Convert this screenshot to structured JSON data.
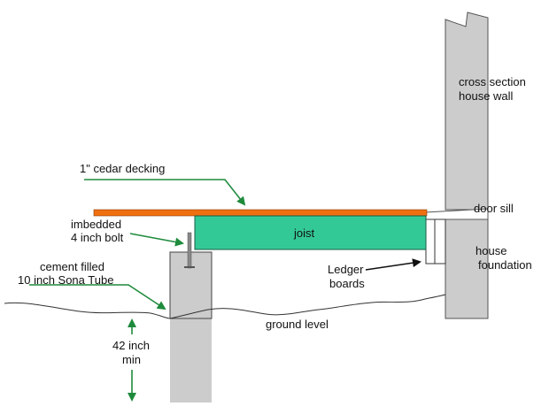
{
  "colors": {
    "decking": "#f07010",
    "joist": "#33c997",
    "concrete": "#cccccc",
    "arrow_green": "#1e8a3c",
    "outline": "#333333"
  },
  "labels": {
    "house_wall": [
      "cross section",
      "house wall"
    ],
    "decking": "1\" cedar decking",
    "door_sill": "door sill",
    "joist": "joist",
    "bolt": [
      "imbedded",
      "4 inch bolt"
    ],
    "ledger": [
      "Ledger",
      "boards"
    ],
    "foundation": [
      "house",
      "foundation"
    ],
    "sona_tube": [
      "cement filled",
      "10 inch Sona Tube"
    ],
    "ground": "ground level",
    "depth": [
      "42 inch",
      "min"
    ]
  }
}
